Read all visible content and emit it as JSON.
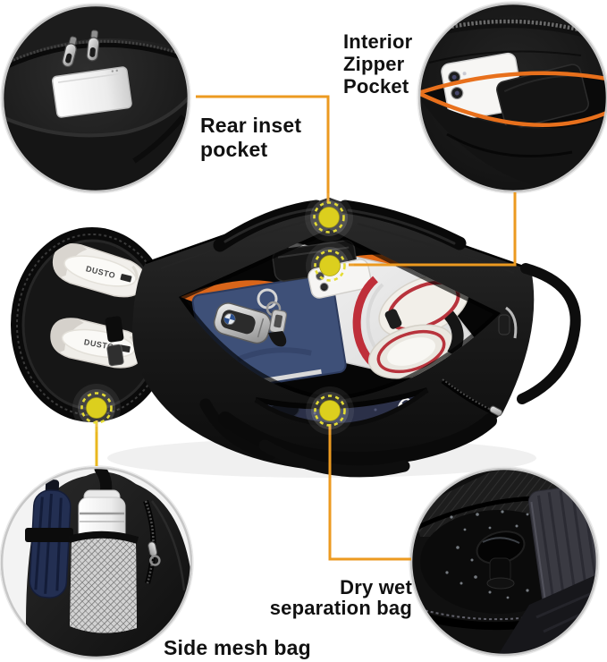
{
  "callouts": [
    {
      "id": "rear-inset-pocket",
      "lines": [
        "Rear inset",
        "pocket"
      ]
    },
    {
      "id": "interior-zipper-pocket",
      "lines": [
        "Interior",
        "Zipper",
        "Pocket"
      ]
    },
    {
      "id": "dry-wet-separation-bag",
      "lines": [
        "Dry wet",
        "separation bag"
      ]
    },
    {
      "id": "side-mesh-bag",
      "lines": [
        "Side mesh bag"
      ]
    }
  ],
  "markers": [
    {
      "feature": "rear-inset-pocket"
    },
    {
      "feature": "interior-zipper-pocket"
    },
    {
      "feature": "side-mesh-bag"
    },
    {
      "feature": "dry-wet-separation-bag"
    }
  ],
  "shoes": {
    "brand": "DUSTO"
  },
  "colors": {
    "connector-orange": "#EC9A20",
    "connector-yellow": "#E9B81F",
    "marker-yellow": "#DCCF1E",
    "marker-ring": "#E4DC35",
    "trim-orange": "#E8701C",
    "label-color": "#111111"
  }
}
